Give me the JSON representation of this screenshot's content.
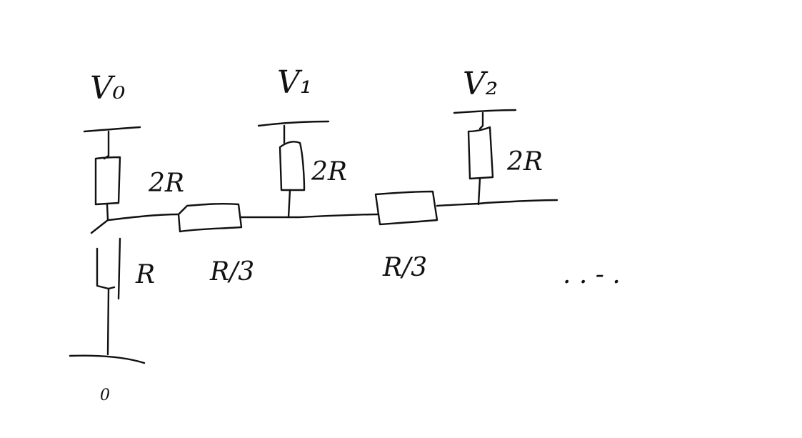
{
  "diagram": {
    "node_labels": {
      "v0": "V₀",
      "v1": "V₁",
      "v2": "V₂"
    },
    "resistor_labels": {
      "shunt_0": "2R",
      "shunt_1": "2R",
      "shunt_2": "2R",
      "series_1": "R/3",
      "series_2": "R/3",
      "ground_resistor": "R"
    },
    "continuation": ". . - .",
    "ground_label": "0"
  }
}
